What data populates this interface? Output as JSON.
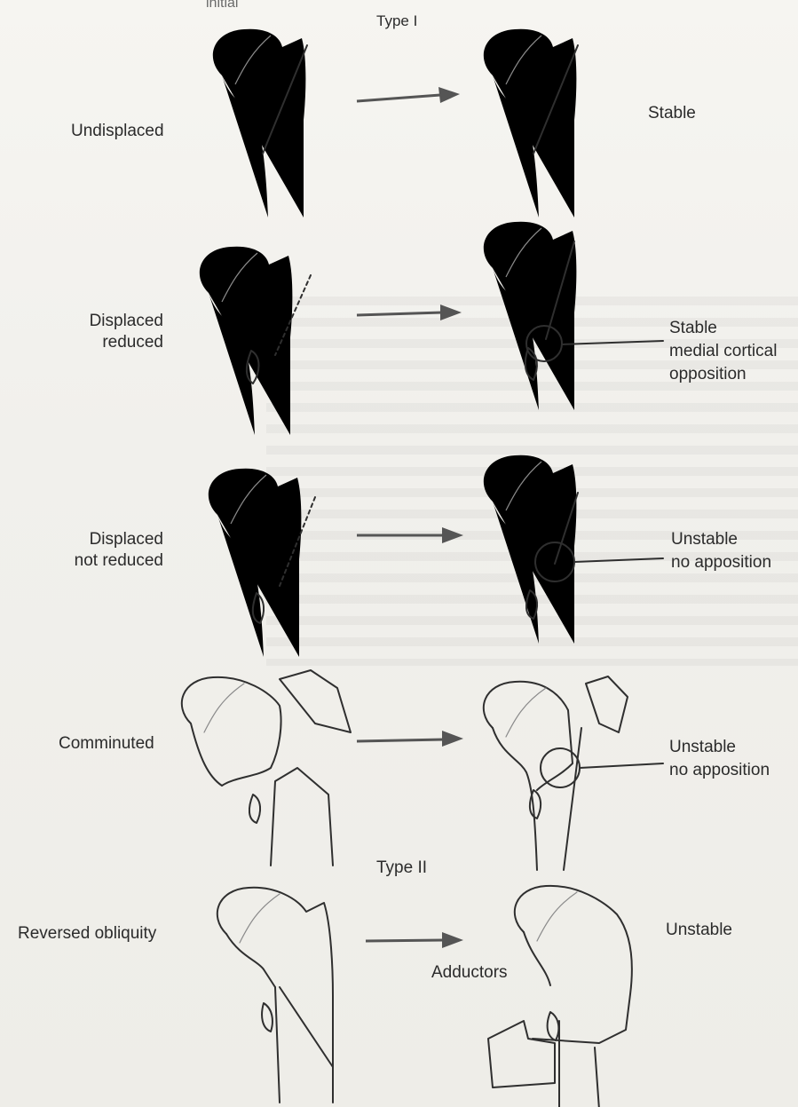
{
  "header_fragment": "initial",
  "type_one_label": "Type I",
  "type_two_label": "Type II",
  "rows": [
    {
      "left_label": [
        "Undisplaced"
      ],
      "right_label": [
        "Stable"
      ]
    },
    {
      "left_label": [
        "Displaced",
        "reduced"
      ],
      "right_label": [
        "Stable",
        "medial cortical",
        "opposition"
      ]
    },
    {
      "left_label": [
        "Displaced",
        "not reduced"
      ],
      "right_label": [
        "Unstable",
        "no apposition"
      ]
    },
    {
      "left_label": [
        "Comminuted"
      ],
      "right_label": [
        "Unstable",
        "no apposition"
      ]
    },
    {
      "left_label": [
        "Reversed obliquity"
      ],
      "right_label": [
        "Unstable"
      ]
    }
  ],
  "adductors_label": "Adductors"
}
